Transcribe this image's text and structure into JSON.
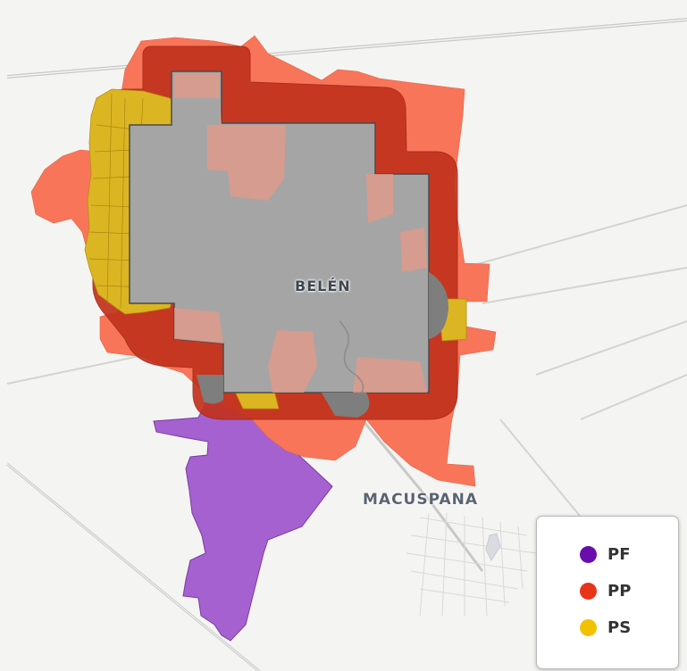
{
  "map": {
    "places": {
      "belen": "BELÉN",
      "macuspana": "MACUSPANA"
    }
  },
  "legend": {
    "items": [
      {
        "label": "PF",
        "color": "#6a0dad"
      },
      {
        "label": "PP",
        "color": "#e8351a"
      },
      {
        "label": "PS",
        "color": "#f2c200"
      }
    ]
  },
  "colors": {
    "background": "#f4f4f2",
    "pf_fill": "#a561d0",
    "pp_fill": "#f8755a",
    "pp_buffer": "#c2321e",
    "ps_fill": "#dcb622",
    "core_gray": "#a5a5a5"
  }
}
